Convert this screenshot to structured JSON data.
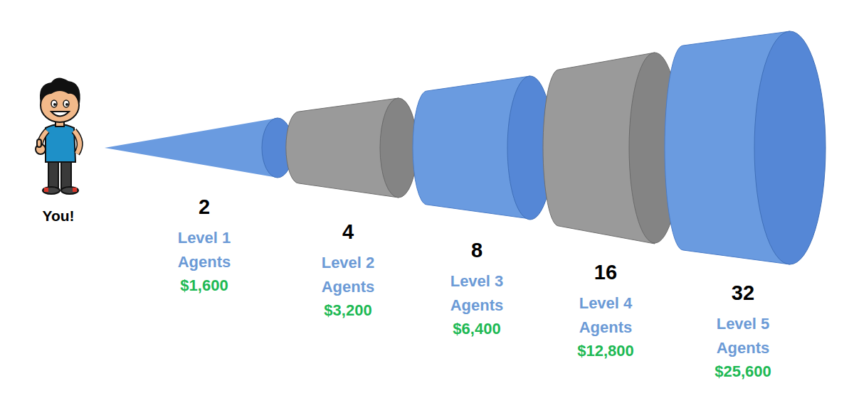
{
  "diagram": {
    "labels": [
      "You!",
      "2",
      "Level 1 Agents",
      "$1,600",
      "4",
      "Level 2 Agents",
      "$3,200",
      "8",
      "Level 3 Agents",
      "$6,400",
      "16",
      "Level 4 Agents",
      "$12,800",
      "32",
      "Level 5 Agents",
      "$25,600"
    ]
  }
}
